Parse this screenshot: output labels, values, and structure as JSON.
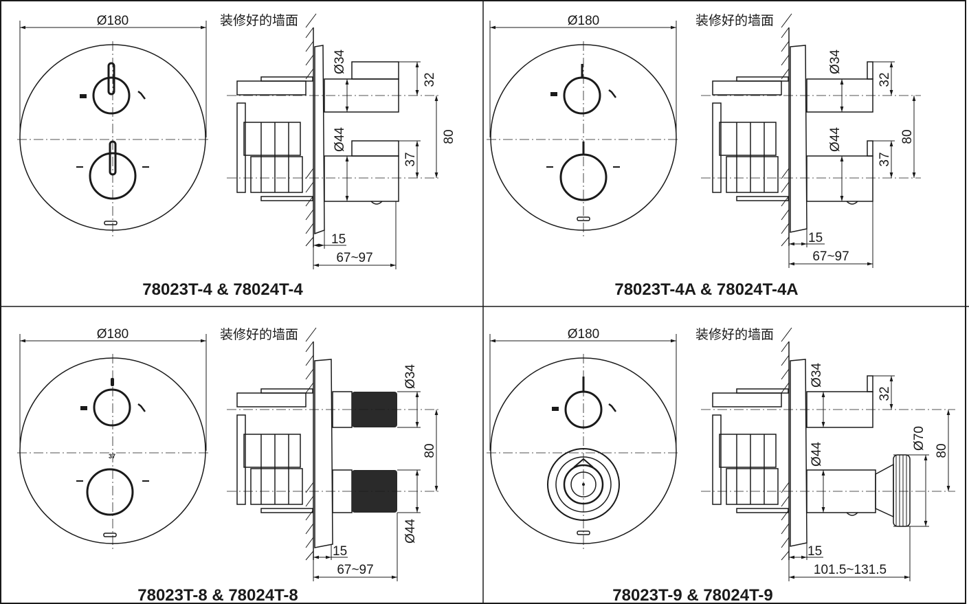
{
  "colors": {
    "line": "#1a1a1a",
    "background": "#ffffff",
    "knurl": "#2a2a2a"
  },
  "wall_label": "装修好的墙面",
  "panels": [
    {
      "model": "78023T-4 & 78024T-4",
      "diameter": "Ø180",
      "dim_top_shaft": "Ø34",
      "dim_bottom_shaft": "Ø44",
      "dim_top_height": "32",
      "dim_bottom_height": "37",
      "dim_spacing": "80",
      "dim_offset": "15",
      "dim_depth": "67~97"
    },
    {
      "model": "78023T-4A & 78024T-4A",
      "diameter": "Ø180",
      "dim_top_shaft": "Ø34",
      "dim_bottom_shaft": "Ø44",
      "dim_top_height": "32",
      "dim_bottom_height": "37",
      "dim_spacing": "80",
      "dim_offset": "15",
      "dim_depth": "67~97"
    },
    {
      "model": "78023T-8 & 78024T-8",
      "diameter": "Ø180",
      "dim_top_shaft": "Ø34",
      "dim_bottom_shaft": "Ø44",
      "dim_spacing": "80",
      "dim_offset": "15",
      "dim_depth": "67~97",
      "temp_mark": "37"
    },
    {
      "model": "78023T-9 & 78024T-9",
      "diameter": "Ø180",
      "dim_top_shaft": "Ø34",
      "dim_bottom_shaft": "Ø44",
      "dim_top_height": "32",
      "dim_knob": "Ø70",
      "dim_spacing": "80",
      "dim_offset": "15",
      "dim_depth": "101.5~131.5"
    }
  ]
}
